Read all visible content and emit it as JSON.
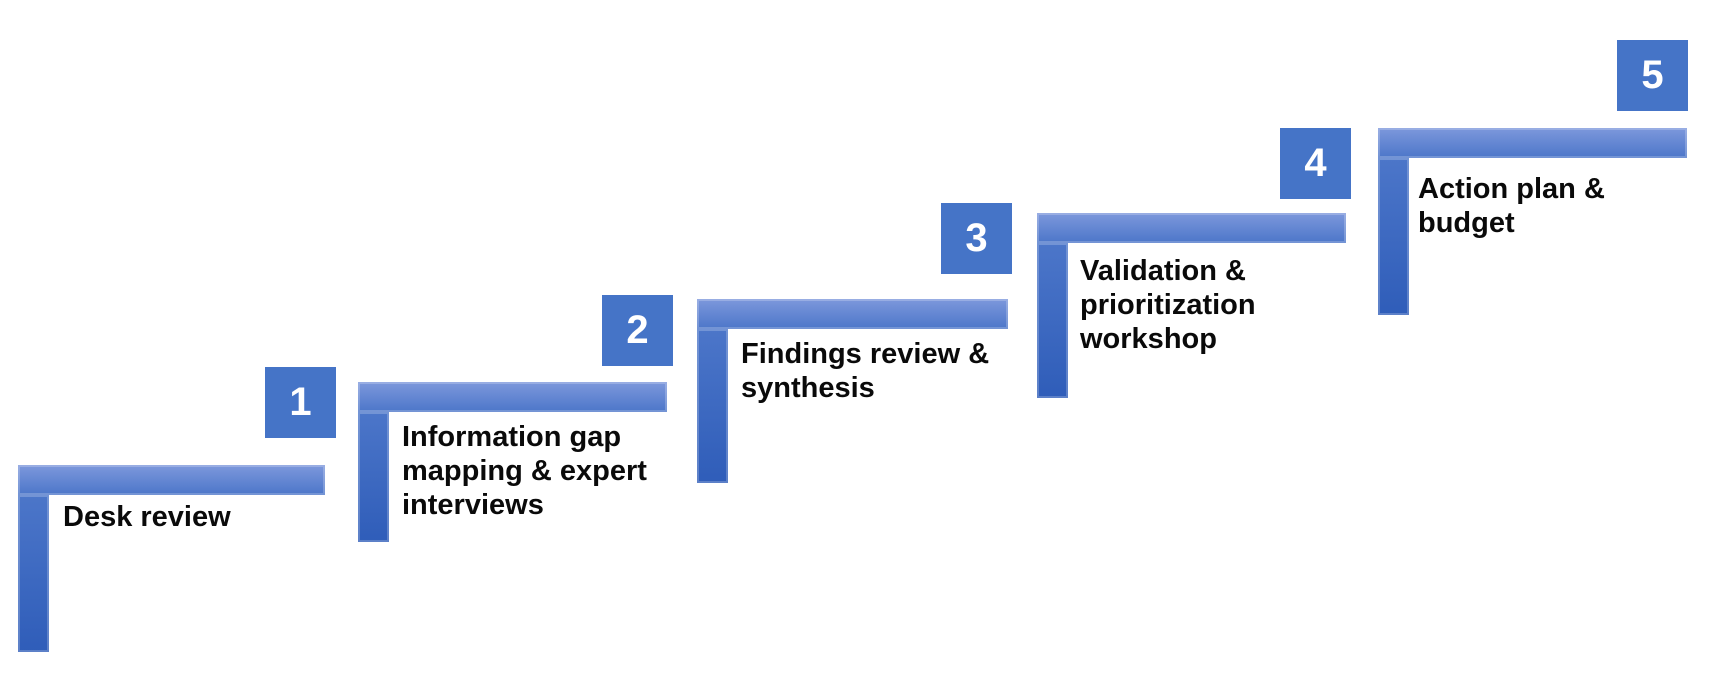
{
  "diagram": {
    "title": "Step-up process diagram",
    "kind": "staircase-process",
    "background_color": "#ffffff",
    "accent_color": "#4574c7",
    "bar_gradient_top": "#7d98dc",
    "bar_gradient_mid": "#4c76c9",
    "bar_gradient_bottom": "#2f5db9",
    "label_text_color": "#0a0a0a",
    "number_text_color": "#ffffff",
    "steps": [
      {
        "number": "1",
        "label": "Desk review"
      },
      {
        "number": "2",
        "label": "Information gap mapping & expert interviews"
      },
      {
        "number": "3",
        "label": "Findings review & synthesis"
      },
      {
        "number": "4",
        "label": "Validation & prioritization workshop"
      },
      {
        "number": "5",
        "label": "Action plan & budget"
      }
    ]
  }
}
